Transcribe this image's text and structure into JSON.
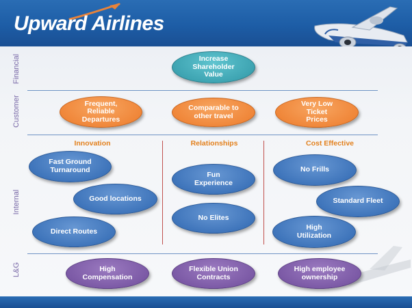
{
  "header": {
    "brand": "Upward Airlines"
  },
  "rows": {
    "financial": "Financial",
    "customer": "Customer",
    "internal": "Internal",
    "lg": "L&G"
  },
  "columns": {
    "innovation": "Innovation",
    "relationships": "Relationships",
    "cost_effective": "Cost Effective"
  },
  "financial": {
    "shareholder_value": "Increase Shareholder Value"
  },
  "customer": {
    "frequent_departures": "Frequent, Reliable Departures",
    "comparable_travel": "Comparable to other travel",
    "low_prices": "Very Low Ticket Prices"
  },
  "internal": {
    "fast_turnaround": "Fast Ground Turnaround",
    "good_locations": "Good locations",
    "direct_routes": "Direct Routes",
    "fun_experience": "Fun Experience",
    "no_elites": "No Elites",
    "no_frills": "No Frills",
    "standard_fleet": "Standard Fleet",
    "high_utilization": "High Utilization"
  },
  "lg": {
    "high_compensation": "High Compensation",
    "flexible_union": "Flexible Union Contracts",
    "employee_ownership": "High employee ownership"
  },
  "colors": {
    "financial": "#3ea4b2",
    "customer": "#f0873a",
    "internal": "#3f75bb",
    "lg": "#7c5aa6",
    "column_header": "#e3801c",
    "divider": "#c0504d"
  }
}
